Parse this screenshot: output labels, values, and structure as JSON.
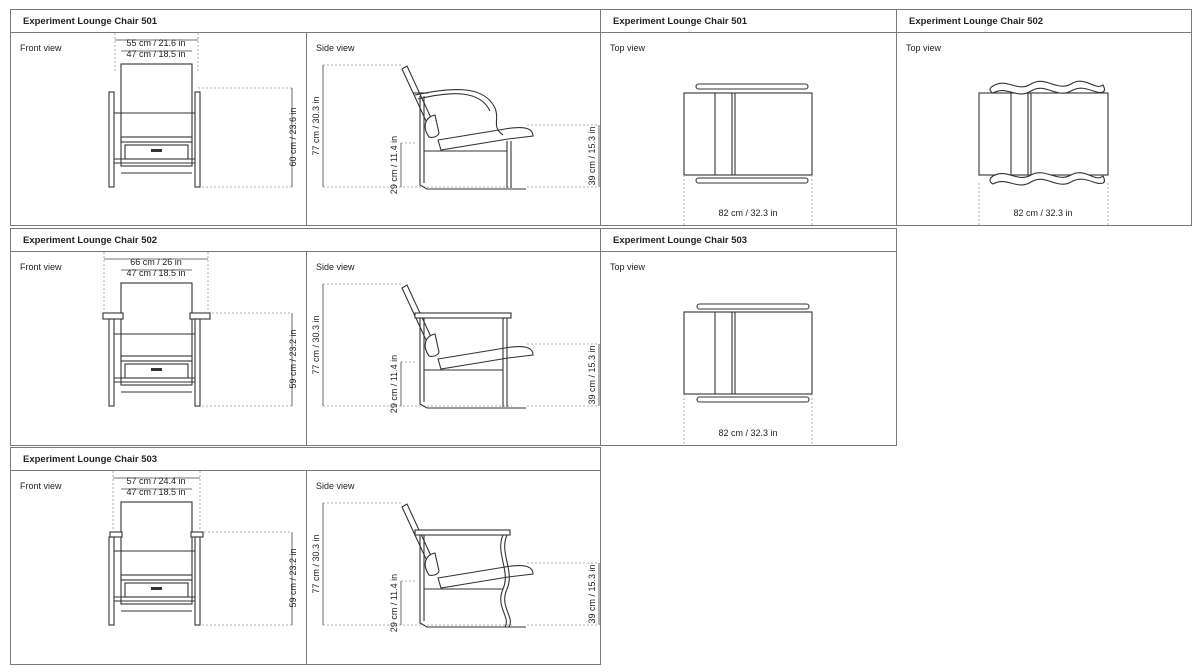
{
  "panels": {
    "p501": {
      "title": "Experiment Lounge Chair 501",
      "front": {
        "label": "Front view",
        "width_outer": "55 cm / 21.6 in",
        "width_inner": "47 cm / 18.5 in",
        "arm_height": "60 cm / 23.6 in"
      },
      "side": {
        "label": "Side view",
        "height": "77 cm / 30.3 in",
        "seat_height": "29 cm / 11.4 in",
        "depth_height": "39 cm / 15.3 in"
      }
    },
    "p502": {
      "title": "Experiment Lounge Chair 502",
      "front": {
        "label": "Front view",
        "width_outer": "66 cm / 26 in",
        "width_inner": "47 cm / 18.5 in",
        "arm_height": "59 cm / 23.2 in"
      },
      "side": {
        "label": "Side view",
        "height": "77 cm / 30.3 in",
        "seat_height": "29 cm / 11.4 in",
        "depth_height": "39 cm / 15.3 in"
      }
    },
    "p503": {
      "title": "Experiment Lounge Chair 503",
      "front": {
        "label": "Front view",
        "width_outer": "57 cm / 24.4 in",
        "width_inner": "47 cm / 18.5 in",
        "arm_height": "59 cm / 23.2 in"
      },
      "side": {
        "label": "Side view",
        "height": "77 cm / 30.3 in",
        "seat_height": "29 cm / 11.4 in",
        "depth_height": "39 cm / 15.3 in"
      }
    },
    "top501": {
      "title": "Experiment Lounge Chair 501",
      "label": "Top view",
      "depth": "82 cm / 32.3 in"
    },
    "top502": {
      "title": "Experiment Lounge Chair 502",
      "label": "Top view",
      "depth": "82 cm / 32.3 in"
    },
    "top503": {
      "title": "Experiment Lounge Chair 503",
      "label": "Top view",
      "depth": "82 cm / 32.3 in"
    }
  }
}
